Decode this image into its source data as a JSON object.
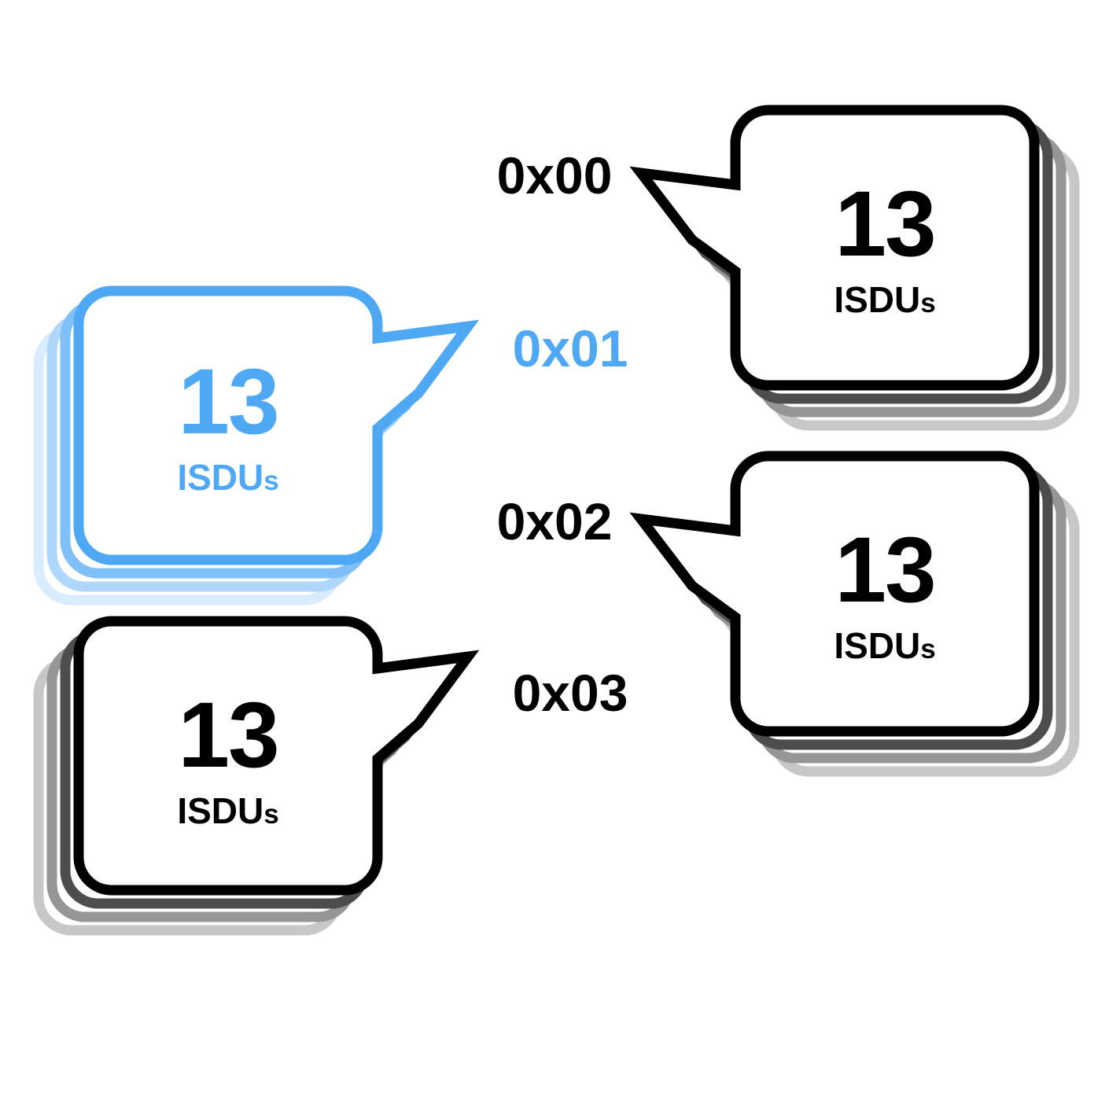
{
  "figure": {
    "background": "#ffffff",
    "ink_color": "#000000",
    "accent_color": "#4FA8F4"
  },
  "bubbles": [
    {
      "address": "0x00",
      "count": "13",
      "unit": "ISDU",
      "unit_suffix": "s",
      "color": "black",
      "tail_direction": "left",
      "stack_side": "down-right"
    },
    {
      "address": "0x01",
      "count": "13",
      "unit": "ISDU",
      "unit_suffix": "s",
      "color": "blue",
      "tail_direction": "right",
      "stack_side": "down-left"
    },
    {
      "address": "0x02",
      "count": "13",
      "unit": "ISDU",
      "unit_suffix": "s",
      "color": "black",
      "tail_direction": "left",
      "stack_side": "down-right"
    },
    {
      "address": "0x03",
      "count": "13",
      "unit": "ISDU",
      "unit_suffix": "s",
      "color": "black",
      "tail_direction": "right",
      "stack_side": "down-left"
    }
  ]
}
